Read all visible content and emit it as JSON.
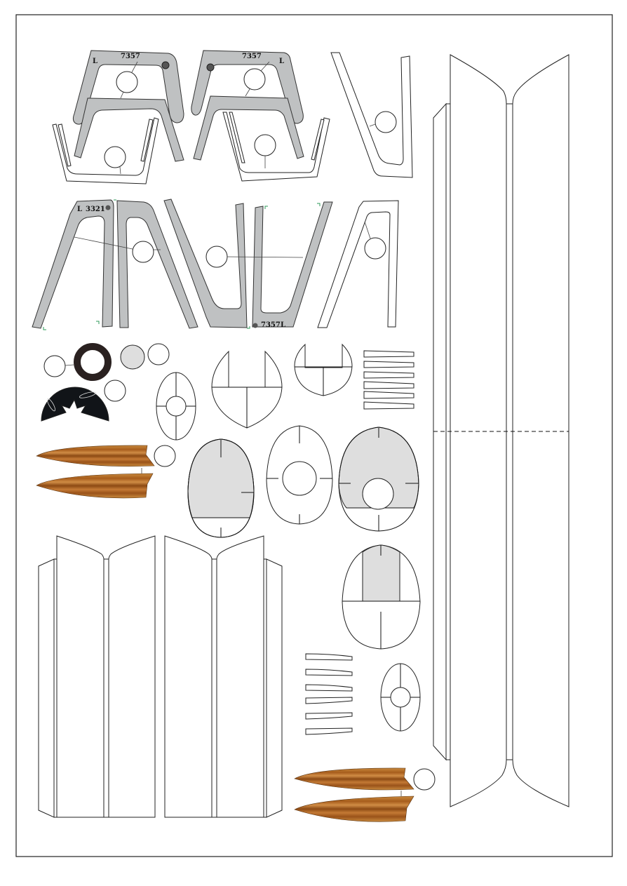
{
  "sheet": {
    "type": "paper-model-parts-sheet",
    "border_color": "#222222",
    "part_gray": "#bfc1c2",
    "light_gray": "#dedede",
    "wood_color": "#b5651d",
    "dark_color": "#111418"
  },
  "labels": {
    "frame_top_left_number": "7357",
    "frame_top_left_letter": "L",
    "frame_top_right_number": "7357",
    "frame_top_right_letter": "L",
    "strut_left_number": "3321",
    "strut_left_letter": "L",
    "strut_right_number": "7357",
    "strut_right_letter": "L"
  }
}
